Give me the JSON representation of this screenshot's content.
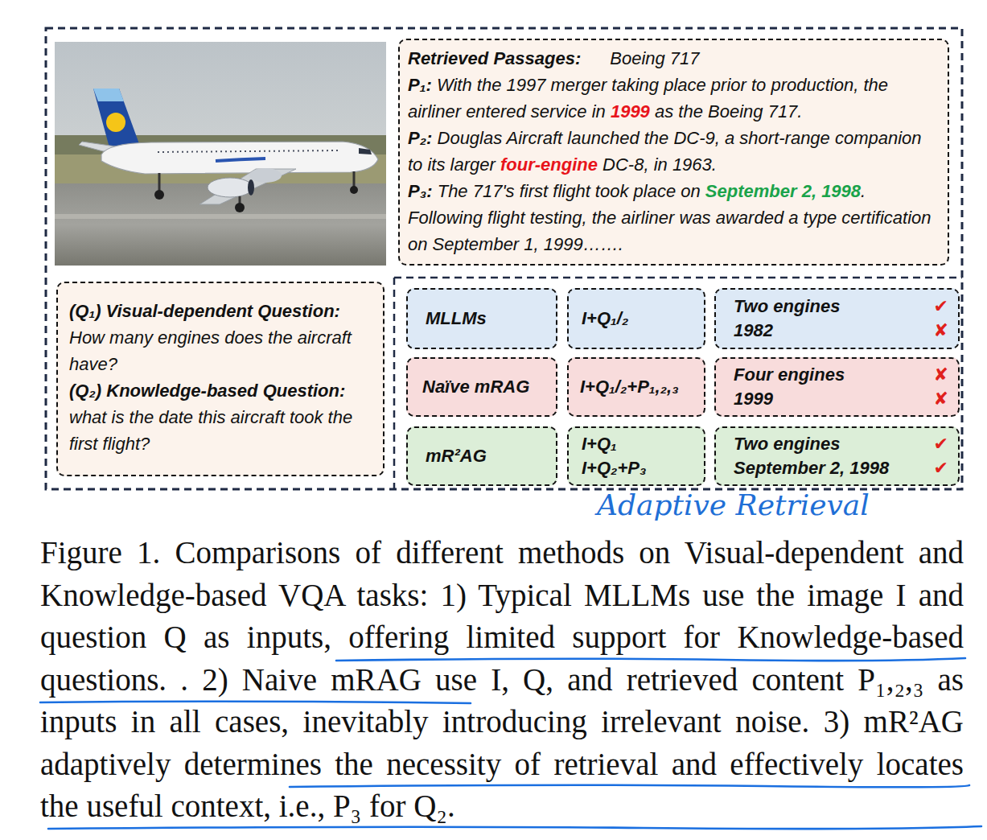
{
  "diagram": {
    "caption": "Figure 1. Comparisons of different methods on Visual-dependent and Knowledge-based VQA tasks: 1) Typical MLLMs use the image I and question Q as inputs, offering limited support for Knowledge-based questions. . 2) Naive mRAG use I, Q, and retrieved content P₁,₂,₃ as inputs in all cases, inevitably introducing irrelevant noise. 3) mR²AG adaptively determines the necessity of retrieval and effectively locates the useful context, i.e., P₃ for Q₂.",
    "nodes": [
      {
        "text": [
          "Retrieved Passages:",
          "Boeing 717",
          "P₁:",
          "With the 1997 merger taking place prior to production, the airliner entered service in",
          "1999",
          "as the Boeing 717.",
          "P₂:",
          "Douglas Aircraft launched the DC-9, a short-range companion to its larger",
          "four-engine",
          "DC-8, in 1963.",
          "P₃:",
          "The 717's first flight took place on",
          "September 2, 1998",
          ".",
          "Following flight testing, the airliner was awarded a type certification on September 1, 1999……."
        ]
      },
      {
        "text": [
          "(Q₁) Visual-dependent Question:",
          "How many engines does the aircraft have?",
          "(Q₂) Knowledge-based Question:",
          "what is the date this aircraft took the first flight?"
        ]
      },
      {
        "text": [
          "MLLMs"
        ]
      },
      {
        "text": [
          "I+Q₁/₂"
        ]
      },
      {
        "text": [
          "Two engines",
          "✔",
          "1982",
          "✘"
        ]
      },
      {
        "text": [
          "Naïve mRAG"
        ]
      },
      {
        "text": [
          "I+Q₁/₂+P₁,₂,₃"
        ]
      },
      {
        "text": [
          "Four engines",
          "✘",
          "1999",
          "✘"
        ]
      },
      {
        "text": [
          "mR²AG"
        ]
      },
      {
        "text": [
          "I+Q₁",
          "I+Q₂+P₃"
        ]
      },
      {
        "text": [
          "Two engines",
          "✔",
          "September 2, 1998",
          "✔"
        ]
      }
    ],
    "labels": [
      "Adaptive Retrieval"
    ]
  }
}
